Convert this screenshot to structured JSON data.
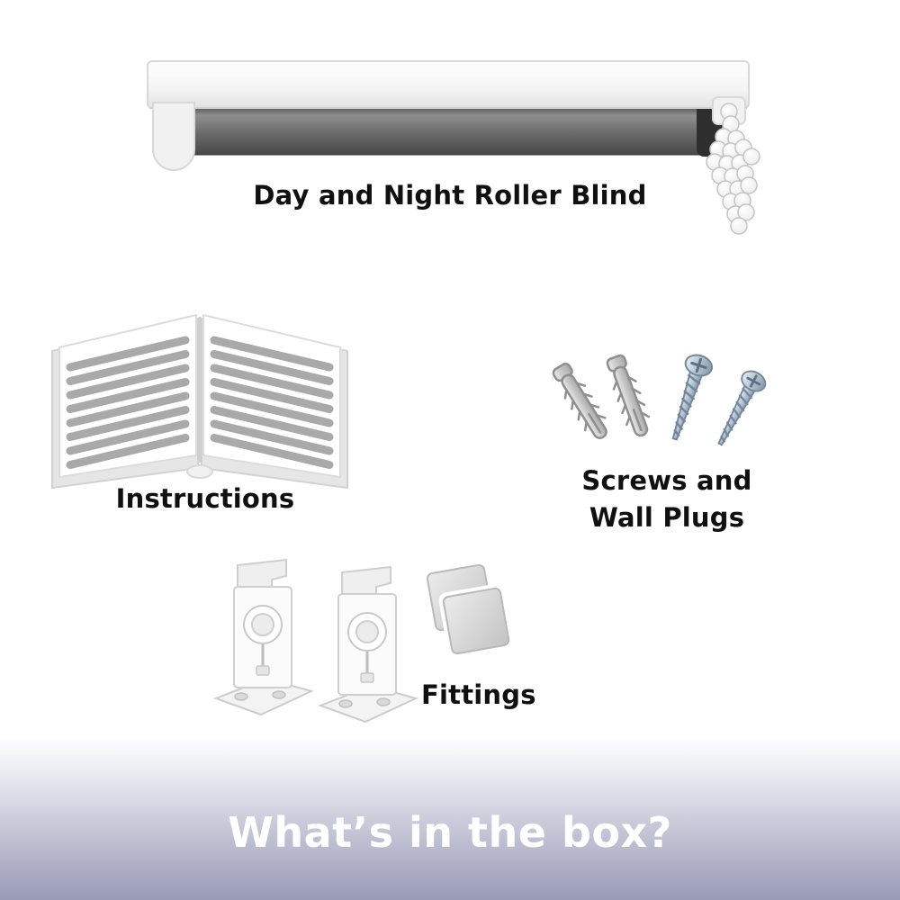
{
  "page": {
    "background": "#ffffff"
  },
  "items": {
    "roller_blind": {
      "label": "Day and Night Roller Blind"
    },
    "instructions": {
      "label": "Instructions"
    },
    "screws_wall_plugs": {
      "label_line1": "Screws and",
      "label_line2": "Wall Plugs"
    },
    "fittings": {
      "label": "Fittings"
    }
  },
  "footer": {
    "title": "What’s in the box?",
    "text_color": "#ffffff",
    "gradient_top": "#fdfdfe",
    "gradient_bottom": "#999ab6"
  },
  "colors": {
    "roller_fabric_gray": "#6e6e6e",
    "label_text": "#101010"
  }
}
